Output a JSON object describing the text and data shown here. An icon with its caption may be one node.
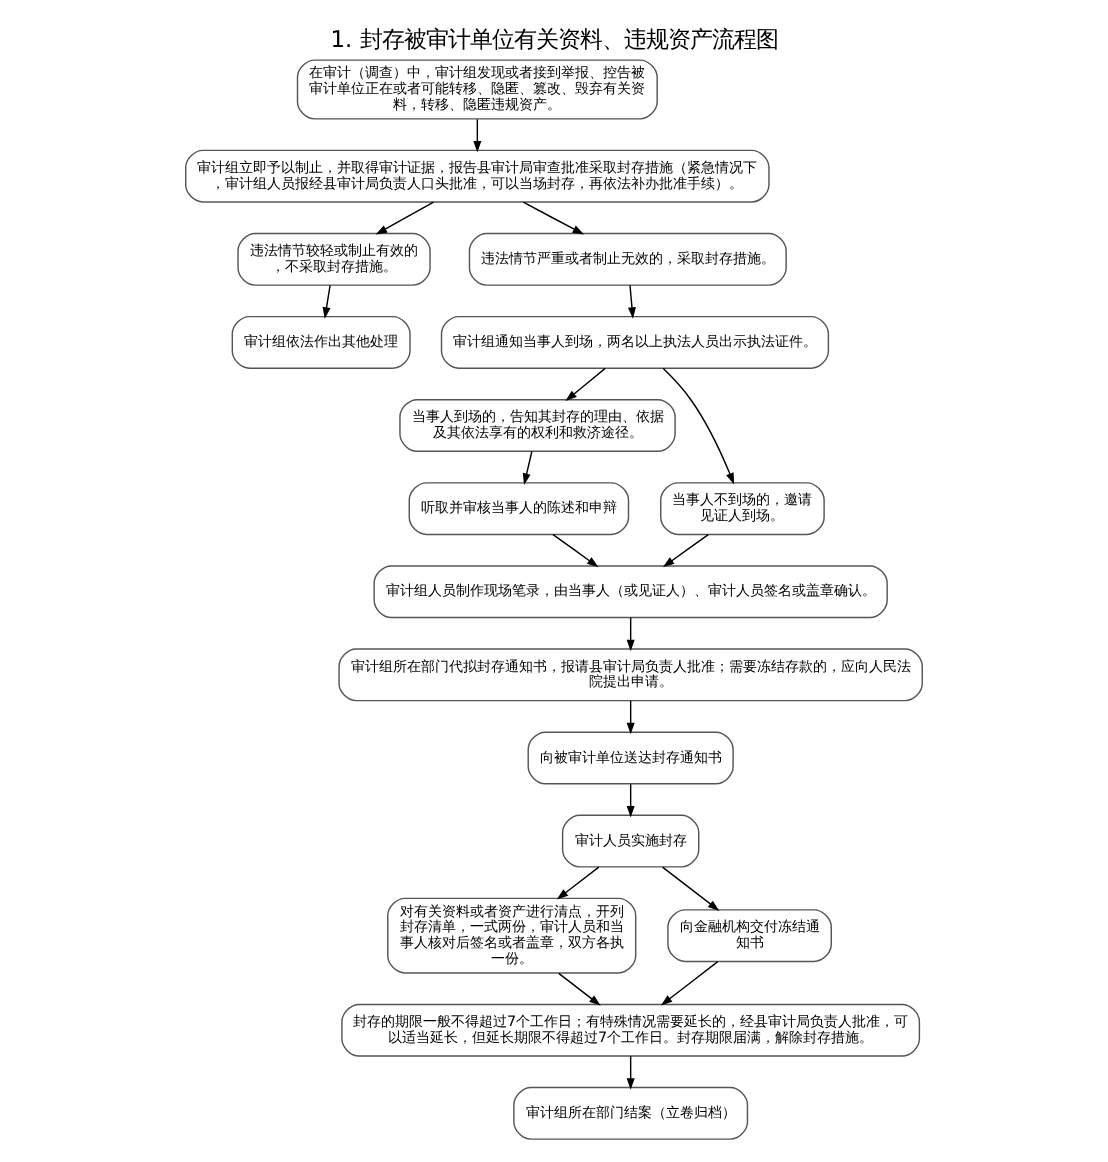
{
  "diagram": {
    "title": "1. 封存被审计单位有关资料、违规资产流程图",
    "nodes": [
      {
        "text": [
          "在审计（调查）中，审计组发现或者接到举报、控告被审计单位正在或者可能转移、隐匿、篡改、毁弃有关资料，转移、隐匿违规资产。"
        ]
      },
      {
        "text": [
          "审计组立即予以制止，并取得审计证据，报告县审计局审查批准采取封存措施（紧急情况下，审计组人员报经县审计局负责人口头批准，可以当场封存，再依法补办批准手续）。"
        ]
      },
      {
        "text": [
          "违法情节较轻或制止有效的，不采取封存措施。"
        ]
      },
      {
        "text": [
          "审计组依法作出其他处理"
        ]
      },
      {
        "text": [
          "违法情节严重或者制止无效的，采取封存措施。"
        ]
      },
      {
        "text": [
          "审计组通知当事人到场，两名以上执法人员出示执法证件。"
        ]
      },
      {
        "text": [
          "当事人到场的，告知其封存的理由、依据及其依法享有的权利和救济途径。"
        ]
      },
      {
        "text": [
          "当事人不到场的，邀请见证人到场。"
        ]
      },
      {
        "text": [
          "听取并审核当事人的陈述和申辩"
        ]
      },
      {
        "text": [
          "审计组人员制作现场笔录，由当事人（或见证人）、审计人员签名或盖章确认。"
        ]
      },
      {
        "text": [
          "审计组所在部门代拟封存通知书，报请县审计局负责人批准；需要冻结存款的，应向人民法院提出申请。"
        ]
      },
      {
        "text": [
          "向被审计单位送达封存通知书"
        ]
      },
      {
        "text": [
          "审计人员实施封存"
        ]
      },
      {
        "text": [
          "对有关资料或者资产进行清点，开列封存清单，一式两份，审计人员和当事人核对后签名或者盖章，双方各执一份。"
        ]
      },
      {
        "text": [
          "向金融机构交付冻结通知书"
        ]
      },
      {
        "text": [
          "封存的期限一般不得超过7个工作日；有特殊情况需要延长的，经县审计局负责人批准，可以适当延长，但延长期限不得超过7个工作日。封存期限届满，解除封存措施。"
        ]
      },
      {
        "text": [
          "审计组所在部门结案（立卷归档）"
        ]
      }
    ],
    "edges": [
      {
        "from": 0,
        "to": 1,
        "arrow": "to"
      },
      {
        "from": 1,
        "to": 2,
        "arrow": "to"
      },
      {
        "from": 1,
        "to": 4,
        "arrow": "to"
      },
      {
        "from": 2,
        "to": 3,
        "arrow": "to"
      },
      {
        "from": 4,
        "to": 5,
        "arrow": "to"
      },
      {
        "from": 5,
        "to": 6,
        "arrow": "to"
      },
      {
        "from": 5,
        "to": 7,
        "arrow": "to"
      },
      {
        "from": 6,
        "to": 8,
        "arrow": "to"
      },
      {
        "from": 8,
        "to": 9,
        "arrow": "to"
      },
      {
        "from": 7,
        "to": 9,
        "arrow": "to"
      },
      {
        "from": 9,
        "to": 10,
        "arrow": "to"
      },
      {
        "from": 10,
        "to": 11,
        "arrow": "to"
      },
      {
        "from": 11,
        "to": 12,
        "arrow": "to"
      },
      {
        "from": 12,
        "to": 13,
        "arrow": "to"
      },
      {
        "from": 12,
        "to": 14,
        "arrow": "to"
      },
      {
        "from": 13,
        "to": 15,
        "arrow": "to"
      },
      {
        "from": 14,
        "to": 15,
        "arrow": "to"
      },
      {
        "from": 15,
        "to": 16,
        "arrow": "to"
      }
    ]
  }
}
